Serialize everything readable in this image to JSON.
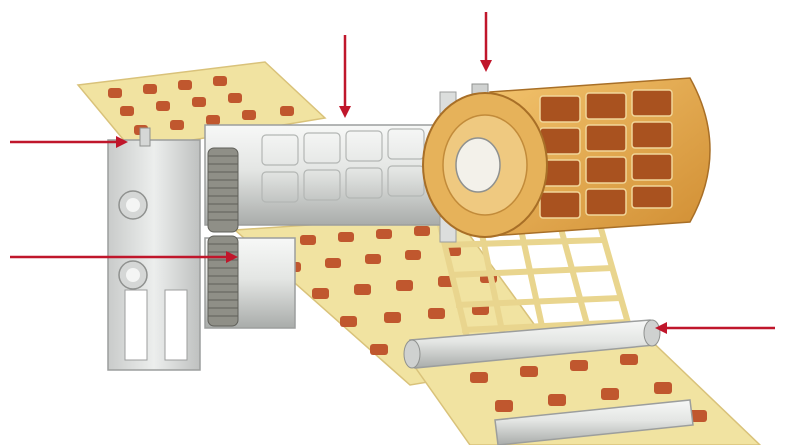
{
  "diagram": {
    "description_visible_text": "",
    "colors": {
      "background": "#ffffff",
      "film": "#f1e3a1",
      "film_edge": "#d9c27a",
      "tablet": "#c0572e",
      "tablet_dark": "#8e3a1c",
      "roller_metal": "#e4e6e4",
      "roller_shade": "#b9bcba",
      "frame": "#dcdedd",
      "gear": "#8f8f87",
      "coil_amber": "#e0a84a",
      "coil_core": "#f3f1ea",
      "arrow": "#c0162b"
    },
    "icons": {
      "arrow": "red-arrow-icon",
      "gear": "gear-icon"
    },
    "callout_arrows": [
      {
        "id": "left-upper",
        "points_to": "upper-roller-frame"
      },
      {
        "id": "left-lower",
        "points_to": "lower-roller-gear"
      },
      {
        "id": "top-center",
        "points_to": "forming-roller"
      },
      {
        "id": "top-right",
        "points_to": "coil-mount"
      },
      {
        "id": "right",
        "points_to": "output-guide-roller"
      }
    ]
  }
}
